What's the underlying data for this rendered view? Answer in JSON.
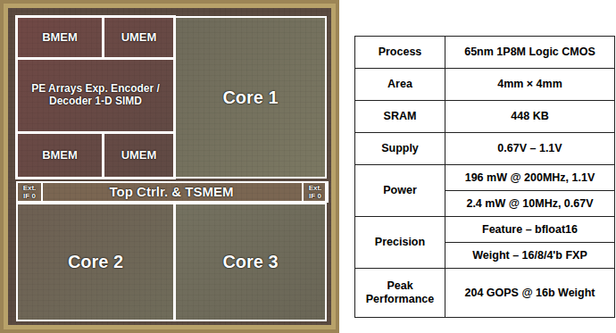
{
  "diagram": {
    "nodes": [
      {
        "text": [
          "BMEM"
        ]
      },
      {
        "text": [
          "UMEM"
        ]
      },
      {
        "text": [
          "PE Arrays Exp. Encoder / Decoder 1-D SIMD"
        ]
      },
      {
        "text": [
          "BMEM"
        ]
      },
      {
        "text": [
          "UMEM"
        ]
      },
      {
        "text": [
          "Core 1"
        ]
      },
      {
        "text": [
          "Top Ctrlr. & TSMEM"
        ]
      },
      {
        "text": [
          "Ext. IF 0"
        ],
        "in": 6
      },
      {
        "text": [
          "Ext. IF 0"
        ],
        "in": 6
      },
      {
        "text": [
          "Core 2"
        ]
      },
      {
        "text": [
          "Core 3"
        ]
      }
    ],
    "labels": [
      "Process",
      "65nm 1P8M Logic CMOS",
      "Area",
      "4mm × 4mm",
      "SRAM",
      "448 KB",
      "Supply",
      "0.67V – 1.1V",
      "Power",
      "196 mW @ 200MHz, 1.1V",
      "2.4 mW @ 10MHz, 0.67V",
      "Precision",
      "Feature – bfloat16",
      "Weight – 16/8/4'b FXP",
      "Peak Performance",
      "204 GOPS @ 16b Weight"
    ]
  }
}
